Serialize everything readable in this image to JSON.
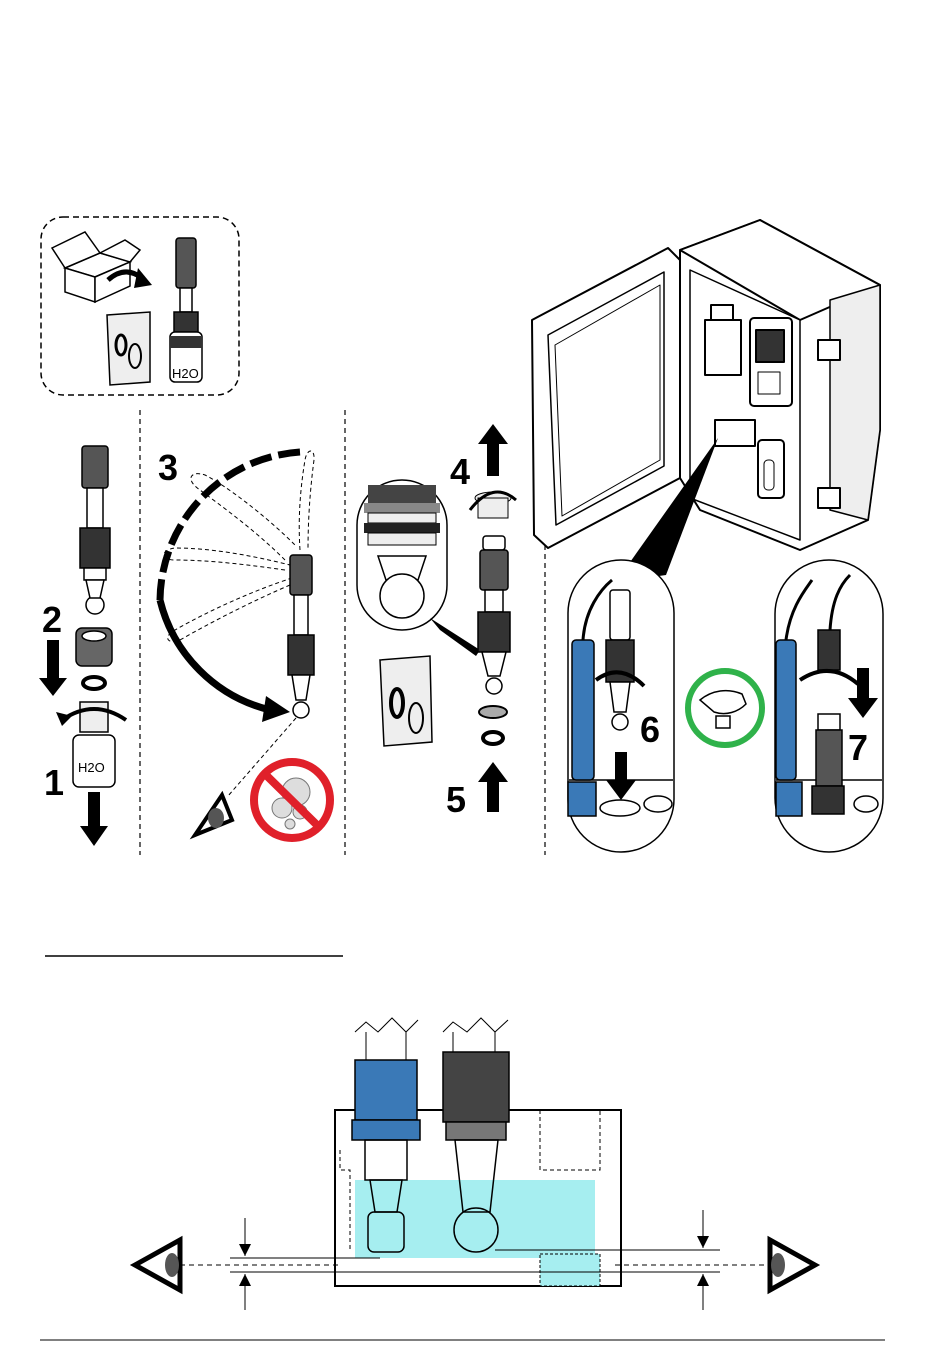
{
  "steps": {
    "s1": "1",
    "s2": "2",
    "s3": "3",
    "s4": "4",
    "s5": "5",
    "s6": "6",
    "s7": "7"
  },
  "bottle_label_top": "H2O",
  "bottle_label_step1": "H2O",
  "colors": {
    "ink": "#000000",
    "blue_probe": "#3a79b7",
    "water": "#a6eef0",
    "prohibit_red": "#e0202a",
    "ok_green": "#2fb24a"
  }
}
